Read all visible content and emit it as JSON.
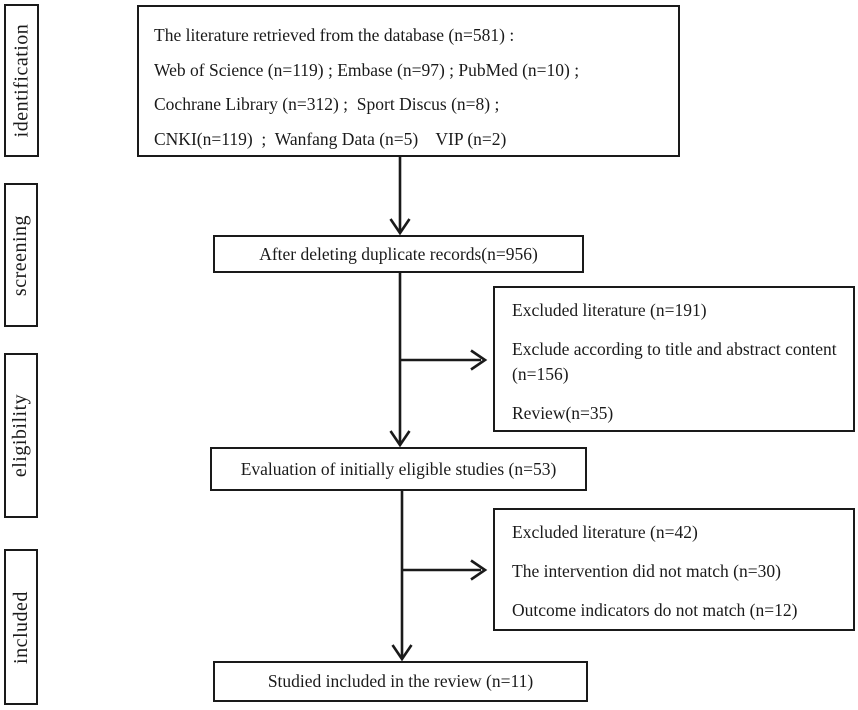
{
  "figure": {
    "title": "literature-screening-flow-diagram",
    "colors": {
      "border": "#1a1a1a",
      "text": "#1a1a1a",
      "background": "#ffffff"
    },
    "stages": [
      {
        "label": "identification"
      },
      {
        "label": "screening"
      },
      {
        "label": "eligibility"
      },
      {
        "label": "included"
      }
    ],
    "boxes": {
      "identified": {
        "lines": [
          "The literature retrieved from the database (n=581) :",
          "Web of Science (n=119) ; Embase (n=97) ; PubMed (n=10) ;",
          "Cochrane Library (n=312) ;  Sport Discus (n=8) ;",
          "CNKI(n=119)  ;  Wanfang Data (n=5)    VIP (n=2)"
        ]
      },
      "deduplicated": {
        "text": "After deleting duplicate records(n=956)"
      },
      "screening_excluded": {
        "lines": [
          "Excluded literature (n=191)",
          "Exclude according to title and abstract content (n=156)",
          "Review(n=35)"
        ]
      },
      "eligibility": {
        "text": "Evaluation of initially eligible studies (n=53)"
      },
      "eligibility_excluded": {
        "lines": [
          "Excluded literature (n=42)",
          "The intervention did not match (n=30)",
          "Outcome indicators do not match (n=12)"
        ]
      },
      "included": {
        "text": "Studied included in the review (n=11)"
      }
    }
  }
}
